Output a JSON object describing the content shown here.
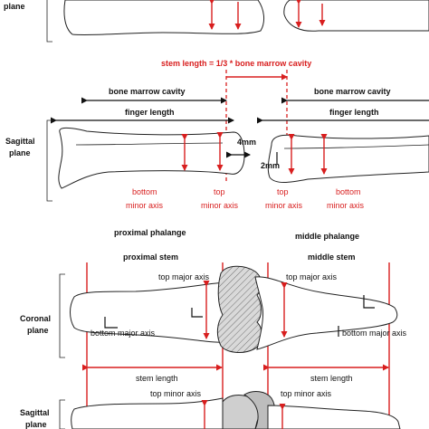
{
  "figure": {
    "plane_top": "plane",
    "stem_formula": "stem length = 1/3 * bone marrow cavity",
    "bone_marrow_cavity_left": "bone marrow cavity",
    "bone_marrow_cavity_right": "bone marrow cavity",
    "finger_length_left": "finger length",
    "finger_length_right": "finger length",
    "sagittal_plane_1": "Sagittal",
    "sagittal_plane_2": "plane",
    "gap_4mm": "4mm",
    "gap_2mm": "2mm",
    "bottom_1": "bottom",
    "minor_axis_1": "minor axis",
    "top_1": "top",
    "minor_axis_2": "minor axis",
    "top_2": "top",
    "minor_axis_3": "minor axis",
    "bottom_2": "bottom",
    "minor_axis_4": "minor axis",
    "proximal_phalange": "proximal phalange",
    "proximal_stem": "proximal stem",
    "middle_phalange": "middle phalange",
    "middle_stem": "middle stem",
    "coronal_1": "Coronal",
    "coronal_2": "plane",
    "top_major_left": "top major axis",
    "top_major_right": "top major axis",
    "bottom_major_left": "bottom major axis",
    "bottom_major_right": "bottom major axis",
    "stem_length_left": "stem length",
    "stem_length_right": "stem length",
    "sagittal_bottom_1": "Sagittal",
    "sagittal_bottom_2": "plane",
    "top_minor_left": "top minor axis",
    "top_minor_right": "top minor axis"
  },
  "colors": {
    "annotation_red": "#d81e1e",
    "line_black": "#111111",
    "bone_fill": "#ffffff",
    "hatch_gray": "#9a9a9a"
  }
}
